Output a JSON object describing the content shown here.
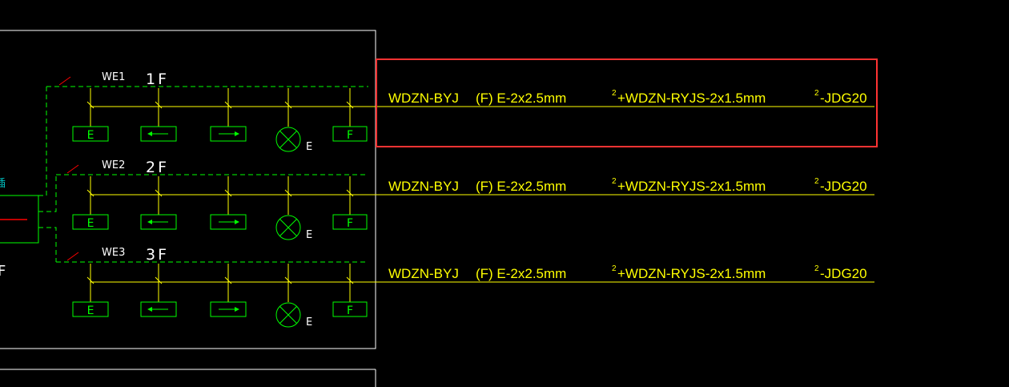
{
  "colors": {
    "background": "#000000",
    "frame": "#ffffff",
    "circuit": "#00ff00",
    "cable": "#ffff00",
    "feeder": "#ff0000",
    "highlight": "#ff3333",
    "side_text": "#00cccc"
  },
  "side_labels": {
    "fragment_top": "插",
    "fragment_bottom": "F"
  },
  "circuits": [
    {
      "id": "WE1",
      "floor": "1F",
      "cable_spec": {
        "part1": "WDZN-BYJ",
        "part2": "(F) E-2x2.5mm",
        "sup1": "2",
        "part3": "+WDZN-RYJS-2x1.5mm",
        "sup2": "2",
        "part4": "-JDG20"
      },
      "devices": [
        {
          "type": "exit-sign-E",
          "label": "E"
        },
        {
          "type": "evacuation-arrow-left",
          "label": ""
        },
        {
          "type": "evacuation-arrow-right",
          "label": ""
        },
        {
          "type": "emergency-lamp",
          "label": "E"
        },
        {
          "type": "floor-sign-F",
          "label": "F"
        }
      ]
    },
    {
      "id": "WE2",
      "floor": "2F",
      "cable_spec": {
        "part1": "WDZN-BYJ",
        "part2": "(F) E-2x2.5mm",
        "sup1": "2",
        "part3": "+WDZN-RYJS-2x1.5mm",
        "sup2": "2",
        "part4": "-JDG20"
      },
      "devices": [
        {
          "type": "exit-sign-E",
          "label": "E"
        },
        {
          "type": "evacuation-arrow-left",
          "label": ""
        },
        {
          "type": "evacuation-arrow-right",
          "label": ""
        },
        {
          "type": "emergency-lamp",
          "label": "E"
        },
        {
          "type": "floor-sign-F",
          "label": "F"
        }
      ]
    },
    {
      "id": "WE3",
      "floor": "3F",
      "cable_spec": {
        "part1": "WDZN-BYJ",
        "part2": "(F) E-2x2.5mm",
        "sup1": "2",
        "part3": "+WDZN-RYJS-2x1.5mm",
        "sup2": "2",
        "part4": "-JDG20"
      },
      "devices": [
        {
          "type": "exit-sign-E",
          "label": "E"
        },
        {
          "type": "evacuation-arrow-left",
          "label": ""
        },
        {
          "type": "evacuation-arrow-right",
          "label": ""
        },
        {
          "type": "emergency-lamp",
          "label": "E"
        },
        {
          "type": "floor-sign-F",
          "label": "F"
        }
      ]
    }
  ],
  "highlighted_circuit": "WE1"
}
